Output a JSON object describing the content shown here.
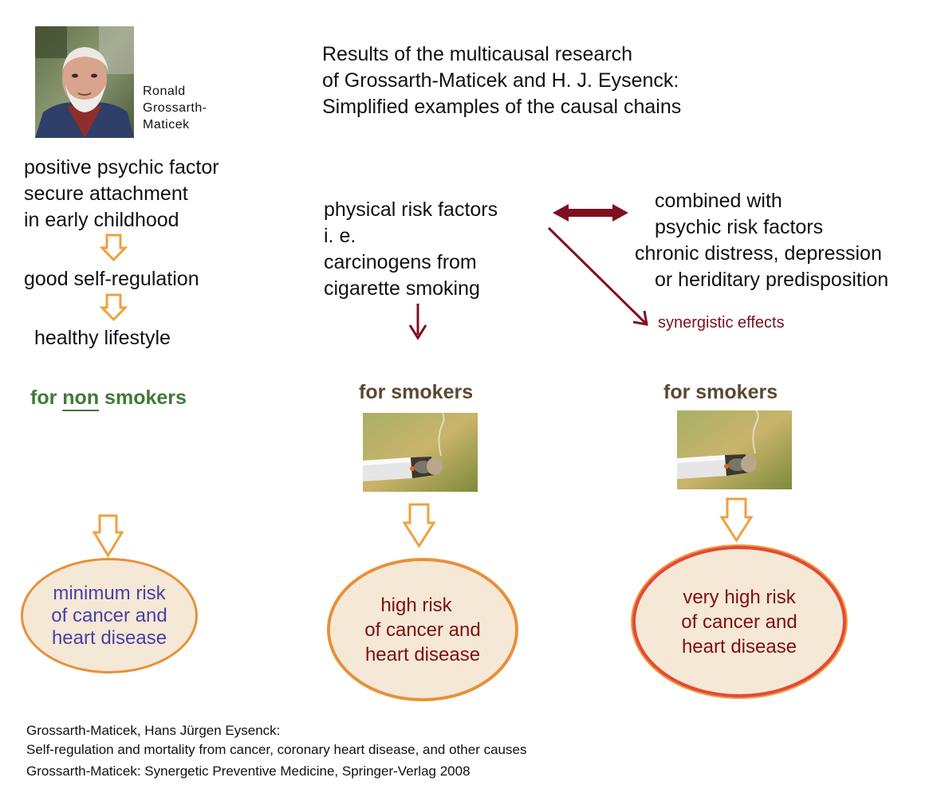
{
  "portrait": {
    "name_lines": [
      "Ronald",
      "Grossarth-",
      "Maticek"
    ]
  },
  "title": {
    "lines": [
      "Results of the multicausal research",
      "of Grossarth-Maticek and H. J. Eysenck:",
      "Simplified examples of the causal chains"
    ]
  },
  "left": {
    "psychic_lines": [
      "positive psychic factor",
      "secure attachment",
      "in early childhood"
    ],
    "self_regulation": "good self-regulation",
    "lifestyle": "healthy lifestyle",
    "group_pre": "for ",
    "group_underlined": "non",
    "group_post": " smokers",
    "outcome_lines": [
      "minimum risk",
      "of cancer and",
      "heart disease"
    ]
  },
  "middle": {
    "physical_lines": [
      "physical risk factors",
      "i. e.",
      "carcinogens from",
      "cigarette smoking"
    ],
    "group": "for smokers",
    "outcome_lines": [
      "high risk",
      "of cancer and",
      "heart disease"
    ]
  },
  "right": {
    "combined_lines": [
      "combined with",
      "psychic risk factors",
      "chronic distress, depression",
      "or heriditary predisposition"
    ],
    "synergy": "synergistic effects",
    "group": "for smokers",
    "outcome_lines": [
      "very high risk",
      "of cancer and",
      "heart disease"
    ]
  },
  "references": [
    "Grossarth-Maticek, Hans Jürgen Eysenck:",
    "Self-regulation and mortality from cancer, coronary heart disease, and other causes",
    "Grossarth-Maticek: Synergetic Preventive Medicine, Springer-Verlag 2008"
  ],
  "colors": {
    "orange_arrow": "#f0a040",
    "dark_red_arrow": "#7f1020",
    "green_heading": "#3f7a35",
    "brown_heading": "#5b4833",
    "purple_text": "#4a3fa6",
    "dark_red_text": "#7f0f10"
  },
  "icons": [
    "portrait-photo",
    "cigarette-photo",
    "down-outline-arrow-icon",
    "double-headed-arrow-icon"
  ]
}
